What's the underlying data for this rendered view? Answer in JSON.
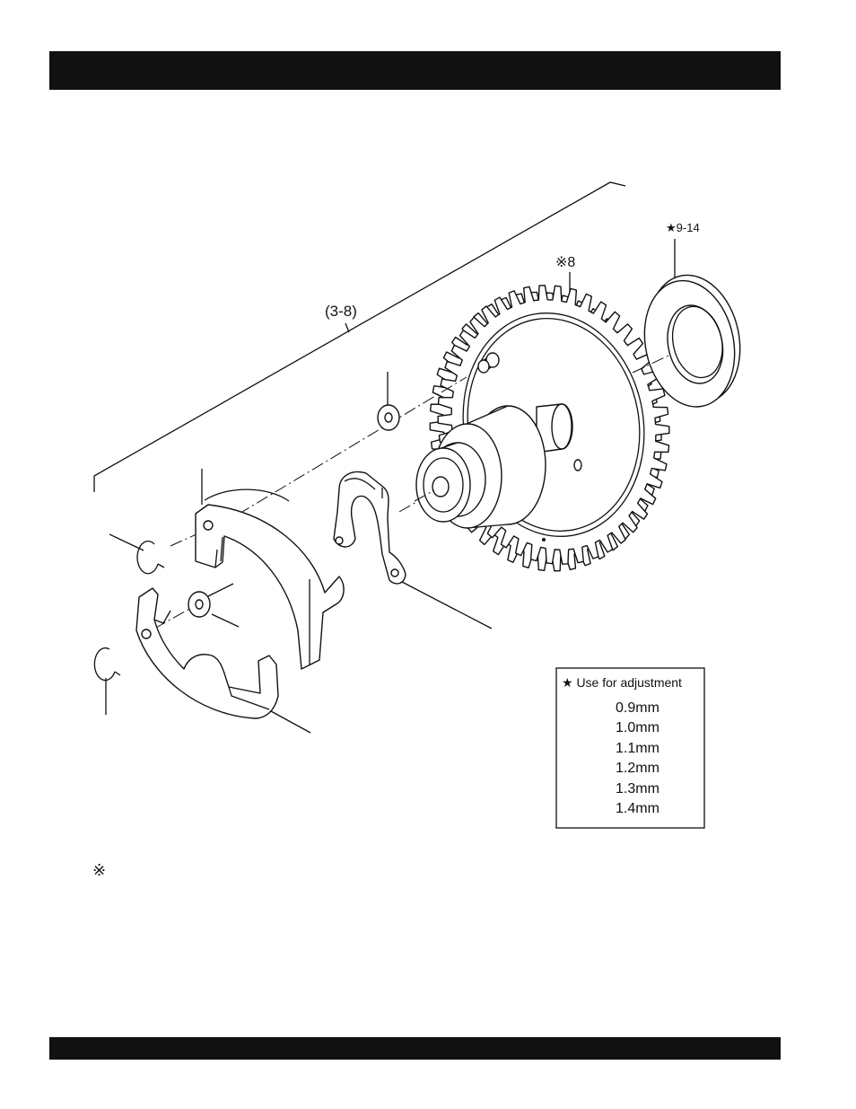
{
  "labels": {
    "assembly": "(3-8)",
    "shim": "★9-14",
    "gear": "※8"
  },
  "legend": {
    "title": "★ Use for adjustment",
    "sizes": [
      "0.9mm",
      "1.0mm",
      "1.1mm",
      "1.2mm",
      "1.3mm",
      "1.4mm"
    ]
  },
  "footnote": {
    "mark": "※"
  }
}
